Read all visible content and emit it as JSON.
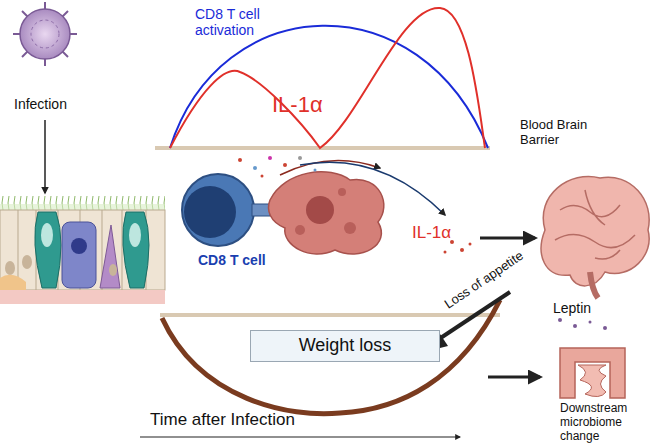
{
  "diagram": {
    "nodes": [
      {
        "text": [
          "Weight loss"
        ]
      }
    ],
    "edges": [],
    "labels": [
      "Infection",
      "CD8 T cell activation",
      "IL-1α",
      "CD8 T cell",
      "IL-1α",
      "Blood Brain Barrier",
      "Leptin",
      "Loss of appetite",
      "Downstream microbiome change",
      "Time after Infection"
    ]
  }
}
